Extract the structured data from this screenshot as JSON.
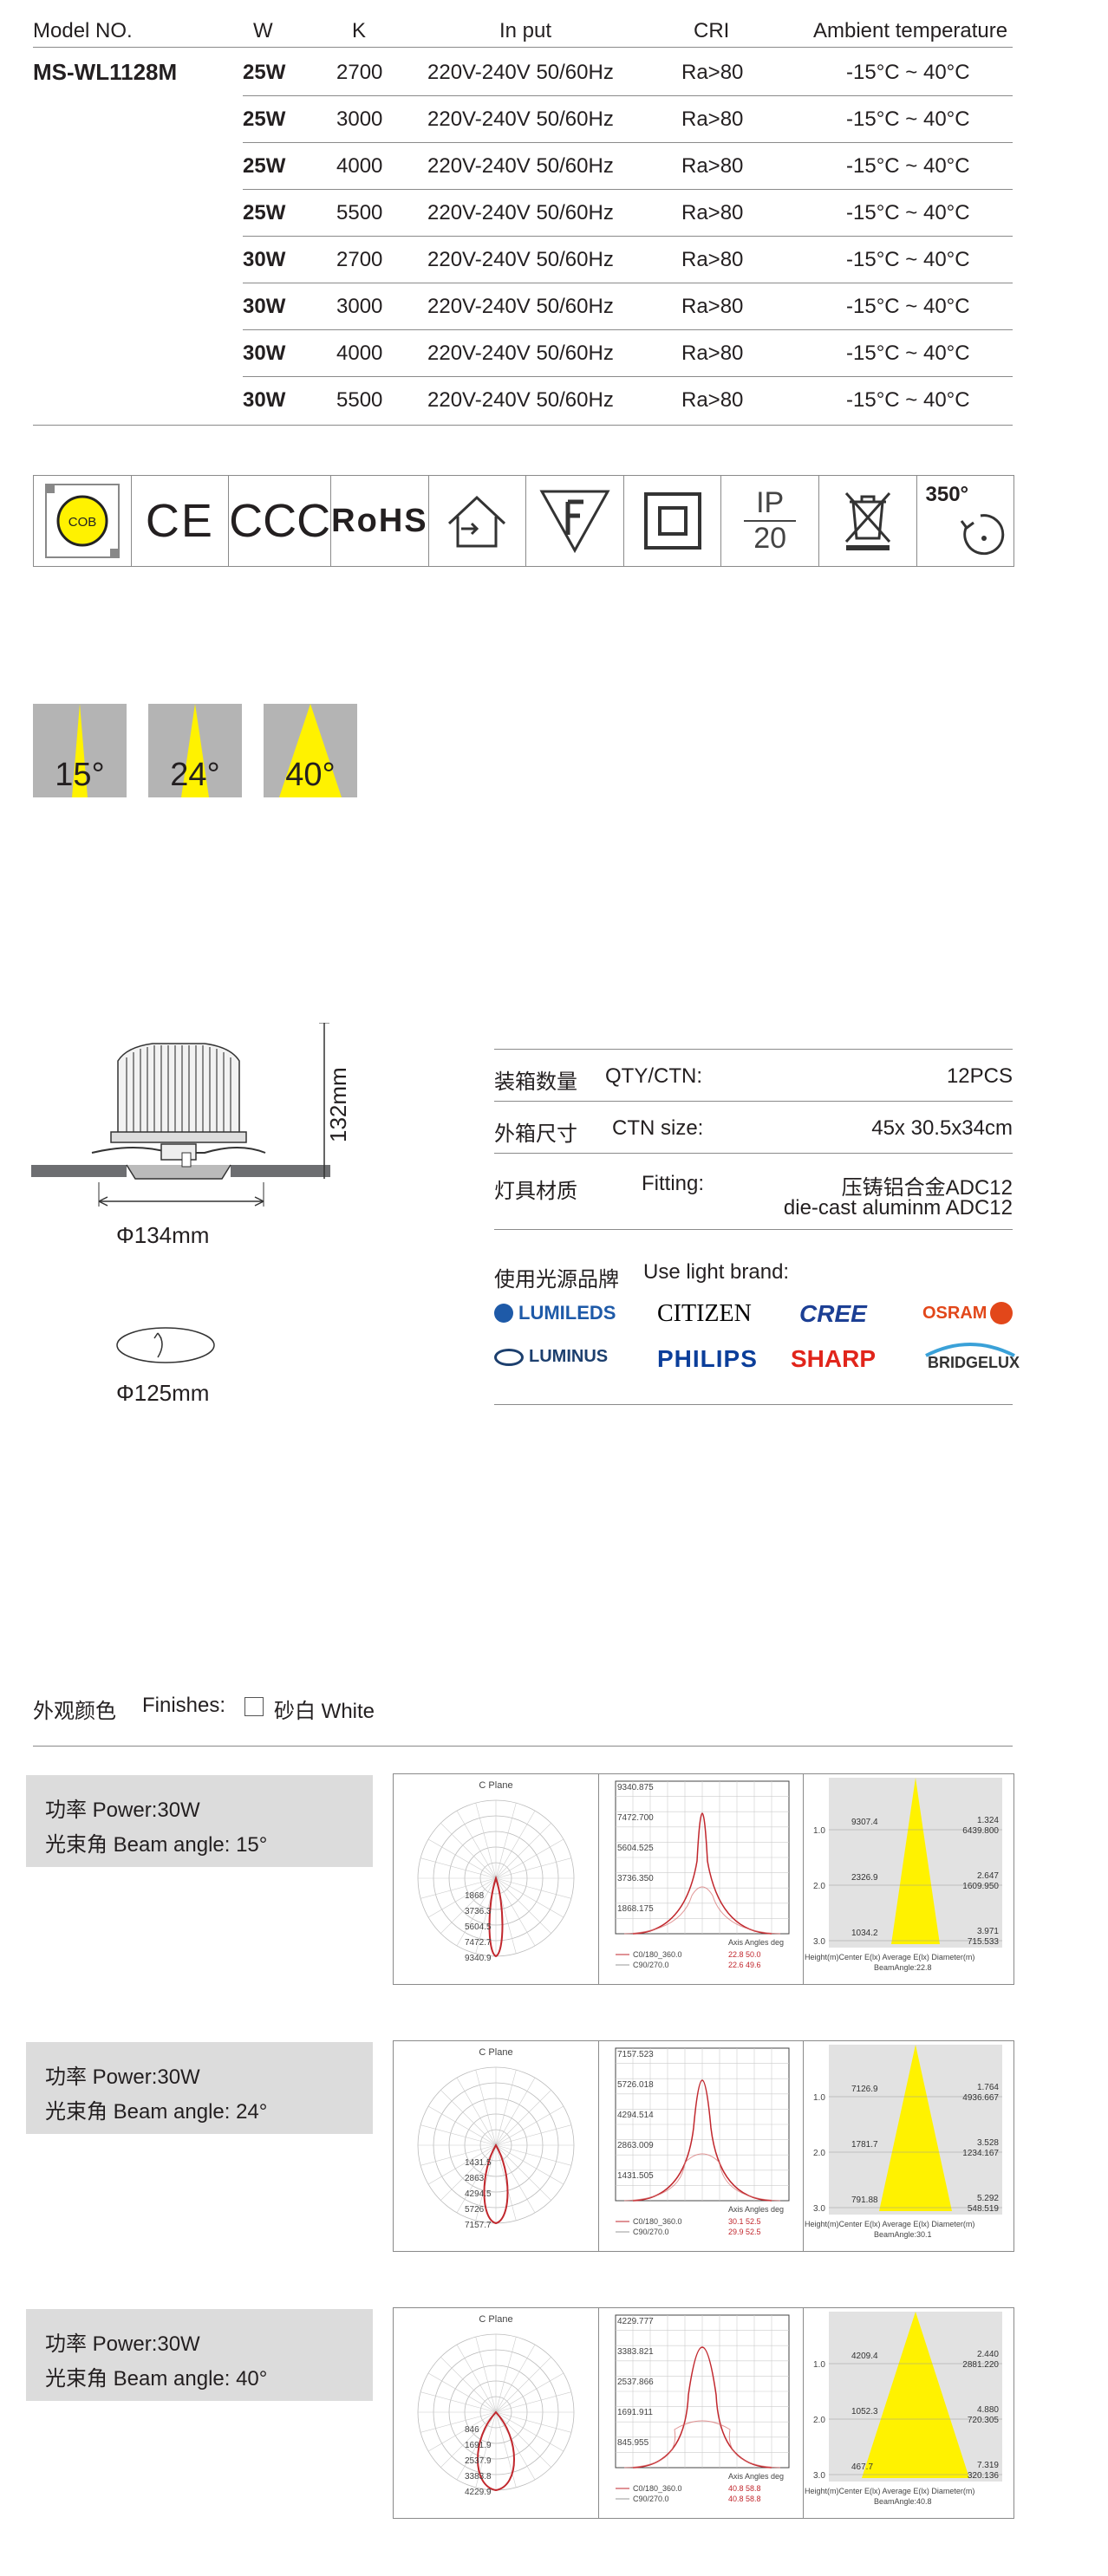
{
  "spec_table": {
    "headers": [
      "Model NO.",
      "W",
      "K",
      "In put",
      "CRI",
      "Ambient temperature"
    ],
    "model": "MS-WL1128M",
    "rows": [
      {
        "w": "25W",
        "k": "2700",
        "input": "220V-240V 50/60Hz",
        "cri": "Ra>80",
        "temp": "-15°C ~ 40°C"
      },
      {
        "w": "25W",
        "k": "3000",
        "input": "220V-240V 50/60Hz",
        "cri": "Ra>80",
        "temp": "-15°C ~ 40°C"
      },
      {
        "w": "25W",
        "k": "4000",
        "input": "220V-240V 50/60Hz",
        "cri": "Ra>80",
        "temp": "-15°C ~ 40°C"
      },
      {
        "w": "25W",
        "k": "5500",
        "input": "220V-240V 50/60Hz",
        "cri": "Ra>80",
        "temp": "-15°C ~ 40°C"
      },
      {
        "w": "30W",
        "k": "2700",
        "input": "220V-240V 50/60Hz",
        "cri": "Ra>80",
        "temp": "-15°C ~ 40°C"
      },
      {
        "w": "30W",
        "k": "3000",
        "input": "220V-240V 50/60Hz",
        "cri": "Ra>80",
        "temp": "-15°C ~ 40°C"
      },
      {
        "w": "30W",
        "k": "4000",
        "input": "220V-240V 50/60Hz",
        "cri": "Ra>80",
        "temp": "-15°C ~ 40°C"
      },
      {
        "w": "30W",
        "k": "5500",
        "input": "220V-240V 50/60Hz",
        "cri": "Ra>80",
        "temp": "-15°C ~ 40°C"
      }
    ]
  },
  "certifications": {
    "cob": "COB",
    "ce": "CE",
    "ccc": "CCC",
    "rohs": "RoHS",
    "ip_label": "IP",
    "ip_value": "20",
    "rotation": "350°",
    "icons": [
      "cob-chip-icon",
      "ce-icon",
      "ccc-icon",
      "rohs-icon",
      "class-ii-home-icon",
      "f-mark-icon",
      "double-insulation-icon",
      "ip20-icon",
      "weee-bin-icon",
      "rotation-350-icon"
    ]
  },
  "beam_angles": [
    "15°",
    "24°",
    "40°"
  ],
  "beam_color": "#fff200",
  "dimensions": {
    "height": "132mm",
    "diameter": "Φ134mm",
    "cutout": "Φ125mm"
  },
  "packing": {
    "qty_zh": "装箱数量",
    "qty_en": "QTY/CTN:",
    "qty_val": "12PCS",
    "ctn_zh": "外箱尺寸",
    "ctn_en": "CTN size:",
    "ctn_val": "45x 30.5x34cm",
    "fit_zh": "灯具材质",
    "fit_en": "Fitting:",
    "fit_val1": "压铸铝合金ADC12",
    "fit_val2": "die-cast aluminm ADC12",
    "brand_zh": "使用光源品牌",
    "brand_en": "Use light brand:",
    "brands": [
      "LUMILEDS",
      "CITIZEN",
      "CREE",
      "OSRAM",
      "LUMINUS",
      "PHILIPS",
      "SHARP",
      "BRIDGELUX"
    ]
  },
  "finishes": {
    "zh": "外观颜色",
    "en": "Finishes:",
    "option": "砂白 White"
  },
  "photometrics": [
    {
      "power": "功率 Power:30W",
      "beam": "光束角 Beam angle: 15°",
      "polar_title": "C Plane",
      "polar_vals": [
        "1868",
        "3736.3",
        "5604.5",
        "7472.7",
        "9340.9"
      ],
      "lin_y": [
        "9340.875",
        "7472.700",
        "5604.525",
        "3736.350",
        "1868.175"
      ],
      "lin_legend": [
        "C0/180_360.0",
        "C90/270.0"
      ],
      "lin_axis": "Axis Angles  deg",
      "lin_angles": [
        "22.8  50.0",
        "22.6  49.6"
      ],
      "cone_h": [
        "1.0",
        "2.0",
        "3.0"
      ],
      "cone_center": [
        "9307.4",
        "2326.9",
        "1034.2"
      ],
      "cone_avg": [
        "6439.800",
        "1609.950",
        "715.533"
      ],
      "cone_dia": [
        "1.324",
        "2.647",
        "3.971"
      ],
      "cone_foot": "Height(m)Center E(lx)     Average E(lx) Diameter(m)",
      "cone_beam": "BeamAngle:22.8"
    },
    {
      "power": "功率 Power:30W",
      "beam": "光束角 Beam angle: 24°",
      "polar_title": "C Plane",
      "polar_vals": [
        "1431.5",
        "2863",
        "4294.5",
        "5726",
        "7157.7"
      ],
      "lin_y": [
        "7157.523",
        "5726.018",
        "4294.514",
        "2863.009",
        "1431.505"
      ],
      "lin_legend": [
        "C0/180_360.0",
        "C90/270.0"
      ],
      "lin_axis": "Axis Angles  deg",
      "lin_angles": [
        "30.1  52.5",
        "29.9  52.5"
      ],
      "cone_h": [
        "1.0",
        "2.0",
        "3.0"
      ],
      "cone_center": [
        "7126.9",
        "1781.7",
        "791.88"
      ],
      "cone_avg": [
        "4936.667",
        "1234.167",
        "548.519"
      ],
      "cone_dia": [
        "1.764",
        "3.528",
        "5.292"
      ],
      "cone_foot": "Height(m)Center E(lx)     Average E(lx) Diameter(m)",
      "cone_beam": "BeamAngle:30.1"
    },
    {
      "power": "功率 Power:30W",
      "beam": "光束角 Beam angle: 40°",
      "polar_title": "C Plane",
      "polar_vals": [
        "846",
        "1691.9",
        "2537.9",
        "3383.8",
        "4229.9"
      ],
      "lin_y": [
        "4229.777",
        "3383.821",
        "2537.866",
        "1691.911",
        "845.955"
      ],
      "lin_legend": [
        "C0/180_360.0",
        "C90/270.0"
      ],
      "lin_axis": "Axis Angles  deg",
      "lin_angles": [
        "40.8  58.8",
        "40.8  58.8"
      ],
      "cone_h": [
        "1.0",
        "2.0",
        "3.0"
      ],
      "cone_center": [
        "4209.4",
        "1052.3",
        "467.7"
      ],
      "cone_avg": [
        "2881.220",
        "720.305",
        "320.136"
      ],
      "cone_dia": [
        "2.440",
        "4.880",
        "7.319"
      ],
      "cone_foot": "Height(m)Center E(lx)     Average E(lx) Diameter(m)",
      "cone_beam": "BeamAngle:40.8"
    }
  ]
}
